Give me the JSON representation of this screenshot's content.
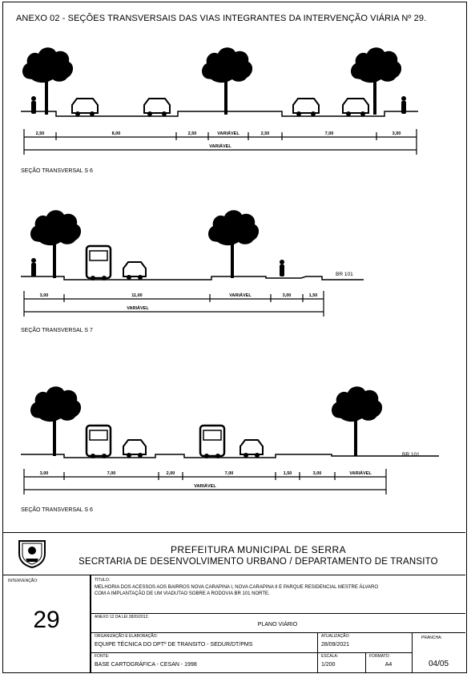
{
  "header": {
    "annex_title": "ANEXO 02 - SEÇÕES TRANSVERSAIS DAS VIAS INTEGRANTES DA INTERVENÇÃO VIÁRIA Nº 29."
  },
  "sections": [
    {
      "label": "SEÇÃO TRANSVERSAL S 6",
      "dimensions": [
        "2,50",
        "8,00",
        "2,50",
        "VARIÁVEL",
        "2,50",
        "7,00",
        "3,00"
      ],
      "total": "VARIÁVEL"
    },
    {
      "label": "SEÇÃO TRANSVERSAL S 7",
      "road_label": "BR 101",
      "dimensions": [
        "3,00",
        "11,00",
        "VARIÁVEL",
        "3,00",
        "1,50"
      ],
      "total": "VARIÁVEL"
    },
    {
      "label": "SEÇÃO TRANSVERSAL S 6",
      "road_label": "BR 101",
      "dimensions": [
        "3,00",
        "7,00",
        "2,00",
        "7,00",
        "1,50",
        "3,00",
        "VARIÁVEL"
      ],
      "total": "VARIÁVEL"
    }
  ],
  "title_block": {
    "municipality": "PREFEITURA MUNICIPAL DE SERRA",
    "department": "SECRTARIA DE DESENVOLVIMENTO URBANO / DEPARTAMENTO DE TRANSITO",
    "intervention_label": "INTERVENÇÃO:",
    "intervention_number": "29",
    "title_label": "TÍTULO:",
    "title_line1": "MELHORIA DOS ACESSOS AOS BAIRROS NOVA CARAPINA I, NOVA CARAPINA II E PARQUE RESIDENCIAL MESTRE ÁLVARO",
    "title_line2": "COM A IMPLANTAÇÃO DE UM VIADUTAO SOBRE A RODOVIA BR 101 NORTE.",
    "annex_law_label": "ANEXO 12 DA LEI 3820/2012:",
    "annex_law_value": "PLANO VIÁRIO",
    "org_label": "ORGANIZAÇÃO E ELABORAÇÃO:",
    "org_value": "EQUIPE TÉCNICA DO DPTº DE TRANSITO - SEDUR/DT/PMS",
    "update_label": "ATUALIZAÇÃO:",
    "update_value": "28/09/2021",
    "sheet_label": "PRANCHA:",
    "sheet_value": "04/05",
    "source_label": "FONTE:",
    "source_value": "BASE CARTOGRÁFICA - CESAN - 1998",
    "scale_label": "ESCALA:",
    "scale_value": "1/200",
    "format_label": "FORMATO:",
    "format_value": "A4"
  }
}
